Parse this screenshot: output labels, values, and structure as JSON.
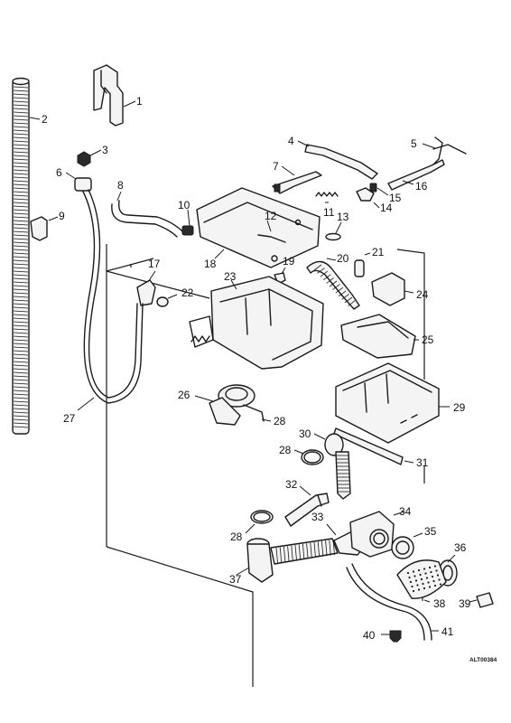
{
  "diagram": {
    "reference_code": "ALT00384",
    "callouts": [
      "1",
      "2",
      "3",
      "4",
      "5",
      "6",
      "7",
      "8",
      "9",
      "10",
      "11",
      "12",
      "13",
      "14",
      "15",
      "16",
      "17",
      "18",
      "19",
      "20",
      "21",
      "22",
      "23",
      "24",
      "25",
      "26",
      "27",
      "28",
      "28",
      "28",
      "29",
      "30",
      "31",
      "32",
      "33",
      "34",
      "35",
      "36",
      "37",
      "38",
      "39",
      "40",
      "41"
    ]
  }
}
